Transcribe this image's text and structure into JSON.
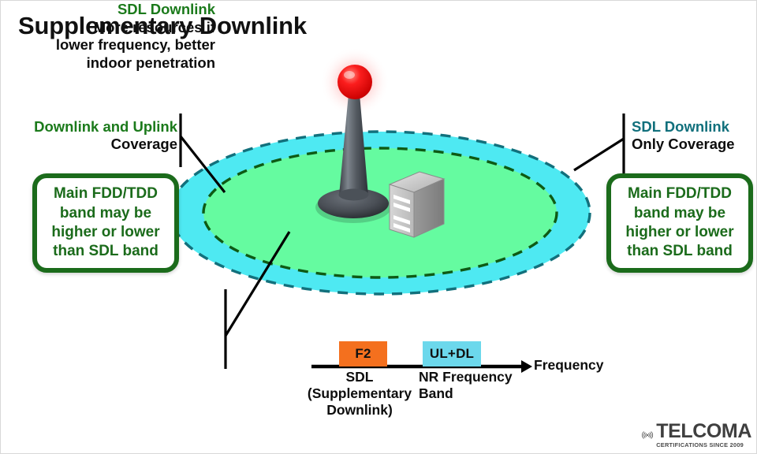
{
  "slide": {
    "title": "Supplementary Downlink",
    "background_color": "#ffffff"
  },
  "colors": {
    "outer_coverage_fill": "#4EE9F2",
    "outer_coverage_dash": "#12707C",
    "inner_coverage_fill": "#65FBA0",
    "inner_coverage_dash": "#0E5A14",
    "note_border": "#1b6b1b",
    "note_text": "#1b6b1b",
    "green_heading": "#1b7a1b",
    "teal_heading": "#11707c",
    "sdl_block": "#F4701E",
    "nr_block": "#6CD8EC",
    "leader_line": "#000000"
  },
  "callouts": {
    "left_top": {
      "line1": "Downlink and Uplink",
      "line2": "Coverage"
    },
    "right_top": {
      "line1": "SDL Downlink",
      "line2": "Only Coverage"
    },
    "bottom_left": {
      "line1": "SDL Downlink",
      "line2": "More resources if",
      "line3": "lower frequency, better",
      "line4": "indoor penetration"
    }
  },
  "notes": {
    "left": "Main FDD/TDD band may be higher or lower than SDL band",
    "right": "Main FDD/TDD band may be higher or lower than SDL band"
  },
  "frequency_axis": {
    "axis_label": "Frequency",
    "blocks": [
      {
        "label": "F2",
        "color": "#F4701E",
        "caption": "SDL (Supplementary Downlink)"
      },
      {
        "label": "UL+DL",
        "color": "#6CD8EC",
        "caption": "NR Frequency Band"
      }
    ],
    "sdl_caption_line1": "SDL",
    "sdl_caption_line2": "(Supplementary",
    "sdl_caption_line3": "Downlink)",
    "nr_caption_line1": "NR Frequency",
    "nr_caption_line2": "Band"
  },
  "scene": {
    "antenna": "cell-tower-antenna",
    "server": "server-cabinet",
    "outer_zone_name": "SDL downlink only coverage zone",
    "inner_zone_name": "downlink and uplink coverage zone"
  },
  "logo": {
    "name": "TELCOMA",
    "tagline": "CERTIFICATIONS SINCE 2009",
    "icon": "wireless-signal-icon"
  }
}
